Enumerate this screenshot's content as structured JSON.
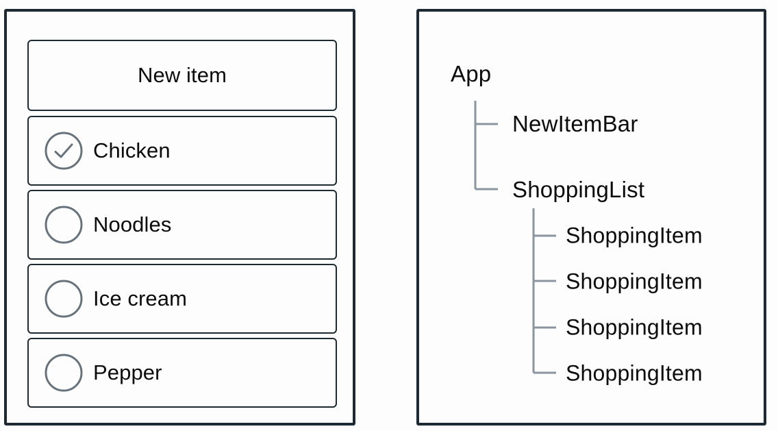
{
  "app_mockup": {
    "new_item": {
      "label": "New item",
      "icon": "none"
    },
    "items": [
      {
        "label": "Chicken",
        "checked": true,
        "icon": "check-circle-icon"
      },
      {
        "label": "Noodles",
        "checked": false,
        "icon": "empty-circle-icon"
      },
      {
        "label": "Ice cream",
        "checked": false,
        "icon": "empty-circle-icon"
      },
      {
        "label": "Pepper",
        "checked": false,
        "icon": "empty-circle-icon"
      }
    ]
  },
  "component_tree": {
    "root": {
      "label": "App"
    },
    "children": [
      {
        "label": "NewItemBar"
      },
      {
        "label": "ShoppingList"
      }
    ],
    "grandchildren": [
      {
        "label": "ShoppingItem"
      },
      {
        "label": "ShoppingItem"
      },
      {
        "label": "ShoppingItem"
      },
      {
        "label": "ShoppingItem"
      }
    ]
  },
  "colors": {
    "panel_border": "#1e2a33",
    "card_border": "#1e2a33",
    "text": "#0c0c0c",
    "circle_stroke": "#67737c",
    "tree_line": "#8a95a0",
    "background": "#fdfdfd"
  }
}
